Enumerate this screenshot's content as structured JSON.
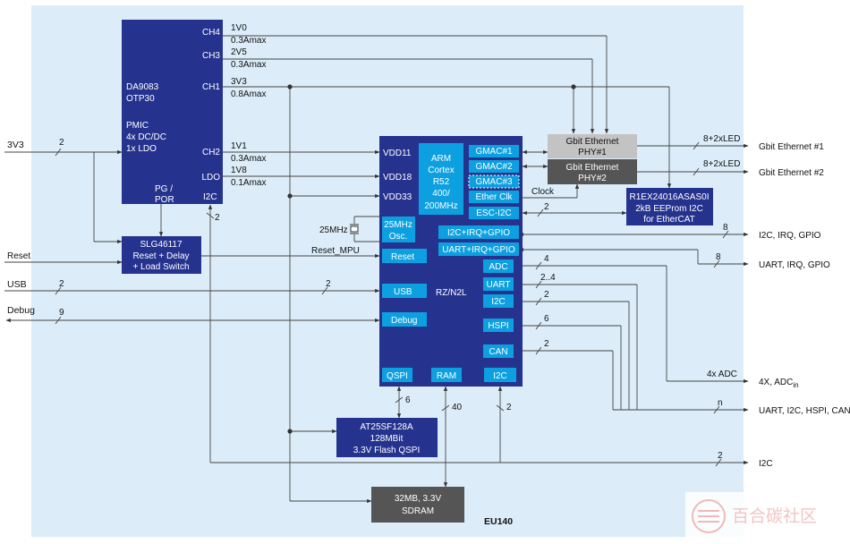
{
  "board": {
    "name": "EU140",
    "bg": "#dcedf9",
    "chip_color": "#25338f",
    "block_color": "#0da0e0"
  },
  "pmic": {
    "lines": [
      "DA9083",
      "OTP30",
      "",
      "PMIC",
      "4x DC/DC",
      "1x LDO"
    ],
    "pins": {
      "ch4": "CH4",
      "ch3": "CH3",
      "ch1": "CH1",
      "ch2": "CH2",
      "ldo": "LDO",
      "pg": "PG /",
      "por": "POR",
      "i2c": "I2C"
    }
  },
  "rails": {
    "ch4": {
      "v": "1V0",
      "a": "0.3Amax"
    },
    "ch3": {
      "v": "2V5",
      "a": "0.3Amax"
    },
    "ch1": {
      "v": "3V3",
      "a": "0.8Amax"
    },
    "ch2": {
      "v": "1V1",
      "a": "0.3Amax"
    },
    "ldo": {
      "v": "1V8",
      "a": "0.1Amax"
    }
  },
  "slg": {
    "lines": [
      "SLG46117",
      "Reset + Delay",
      "+ Load Switch"
    ]
  },
  "rzn": {
    "name": "RZ/N2L",
    "vdd": [
      "VDD11",
      "VDD18",
      "VDD33"
    ],
    "arm": [
      "ARM",
      "Cortex",
      "R52",
      "400/",
      "200MHz"
    ],
    "gmac": [
      "GMAC#1",
      "GMAC#2",
      "GMAC#3"
    ],
    "ether_clk": "Ether Clk",
    "esc_i2c": "ESC-I2C",
    "osc": [
      "25MHz",
      "Osc."
    ],
    "i2c_irq": "I2C+IRQ+GPIO",
    "uart_irq": "UART+IRQ+GPIO",
    "reset": "Reset",
    "adc": "ADC",
    "uart": "UART",
    "i2c": "I2C",
    "usb": "USB",
    "hspi": "HSPI",
    "debug": "Debug",
    "can": "CAN",
    "qspi": "QSPI",
    "ram": "RAM",
    "i2c_bottom": "I2C"
  },
  "phy1": {
    "lines": [
      "Gbit Ethernet",
      "PHY#1"
    ]
  },
  "phy2": {
    "lines": [
      "Gbit Ethernet",
      "PHY#2"
    ]
  },
  "eeprom": {
    "lines": [
      "R1EX24016ASAS0I",
      "2kB EEProm I2C",
      "for EtherCAT"
    ]
  },
  "flash": {
    "lines": [
      "AT25SF128A",
      "128MBit",
      "3.3V Flash QSPI"
    ]
  },
  "sdram": {
    "lines": [
      "32MB, 3.3V",
      "SDRAM"
    ]
  },
  "labels": {
    "crystal": "25MHz",
    "clock": "Clock",
    "reset_mpu": "Reset_MPU",
    "led1": "8+2xLED",
    "led2": "8+2xLED",
    "adc4x": "4x ADC",
    "n": "n",
    "w_3v3": "2",
    "w_pmic_i2c": "2",
    "w_usb_l": "2",
    "w_usb_r": "2",
    "w_debug": "9",
    "w_esc": "2",
    "w_i2cirq": "8",
    "w_uartirq": "8",
    "w_adc": "4",
    "w_uart": "2..4",
    "w_i2c": "2",
    "w_hspi": "6",
    "w_can": "2",
    "w_qspi": "6",
    "w_ram": "40",
    "w_i2cb": "2",
    "w_i2c_out": "2"
  },
  "external": {
    "in_3v3": "3V3",
    "in_reset": "Reset",
    "in_usb": "USB",
    "in_debug": "Debug",
    "eth1": "Gbit Ethernet #1",
    "eth2": "Gbit Ethernet #2",
    "i2c_irq": "I2C, IRQ, GPIO",
    "uart_irq": "UART, IRQ, GPIO",
    "adc": "4X, ADC",
    "adc_sub": "in",
    "bus": "UART, I2C, HSPI, CAN",
    "i2c": "I2C"
  },
  "watermark": "百合碳社区"
}
